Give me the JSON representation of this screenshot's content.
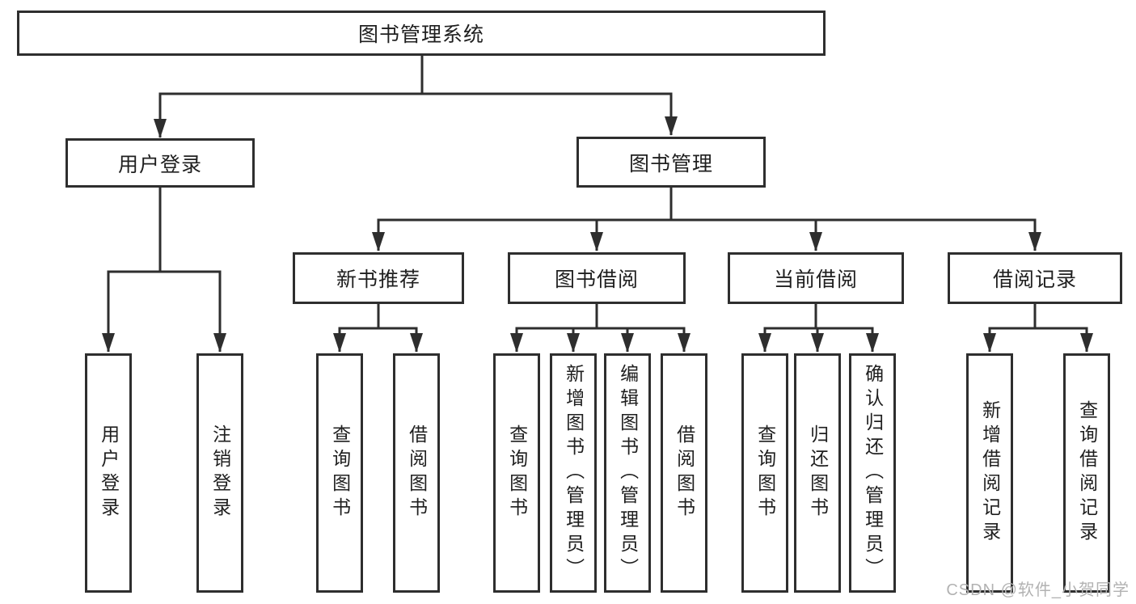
{
  "diagram": {
    "root": {
      "label": "图书管理系统"
    },
    "user_login": {
      "label": "用户登录",
      "children": [
        "用户登录",
        "注销登录"
      ]
    },
    "book_management": {
      "label": "图书管理",
      "sections": [
        {
          "label": "新书推荐",
          "children": [
            "查询图书",
            "借阅图书"
          ]
        },
        {
          "label": "图书借阅",
          "children": [
            "查询图书",
            "新增图书（管理员）",
            "编辑图书（管理员）",
            "借阅图书"
          ]
        },
        {
          "label": "当前借阅",
          "children": [
            "查询图书",
            "归还图书",
            "确认归还（管理员）"
          ]
        },
        {
          "label": "借阅记录",
          "children": [
            "新增借阅记录",
            "查询借阅记录"
          ]
        }
      ]
    },
    "watermark": "CSDN @软件_小贺同学",
    "colors": {
      "line": "#2e2e2e",
      "box_border": "#2e2e2e",
      "text": "#1f1f1f",
      "watermark": "#b2b2b2",
      "background": "#ffffff"
    }
  }
}
